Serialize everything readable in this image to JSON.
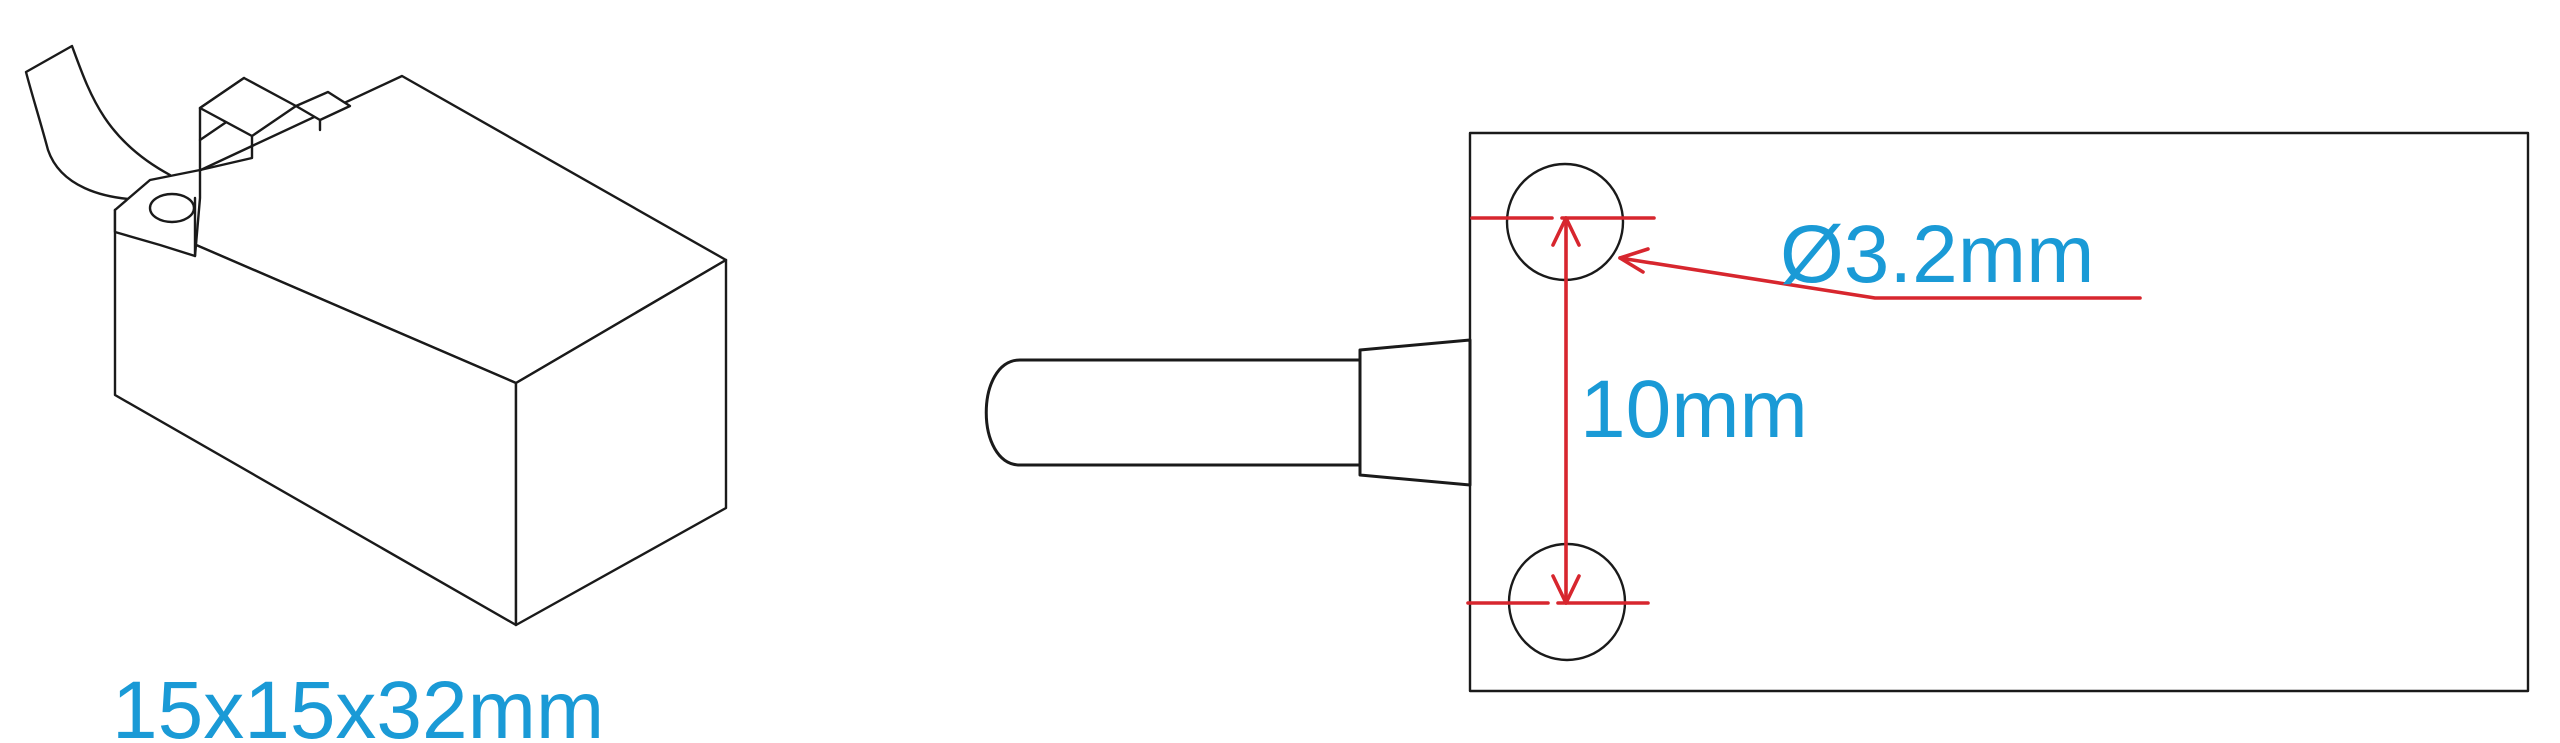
{
  "colors": {
    "dimension_text": "#1a9ad6",
    "dimension_line": "#d7262e",
    "outline": "#1a1a1a"
  },
  "labels": {
    "size": "15x15x32mm",
    "hole_diameter": "Ø3.2mm",
    "hole_spacing": "10mm"
  }
}
